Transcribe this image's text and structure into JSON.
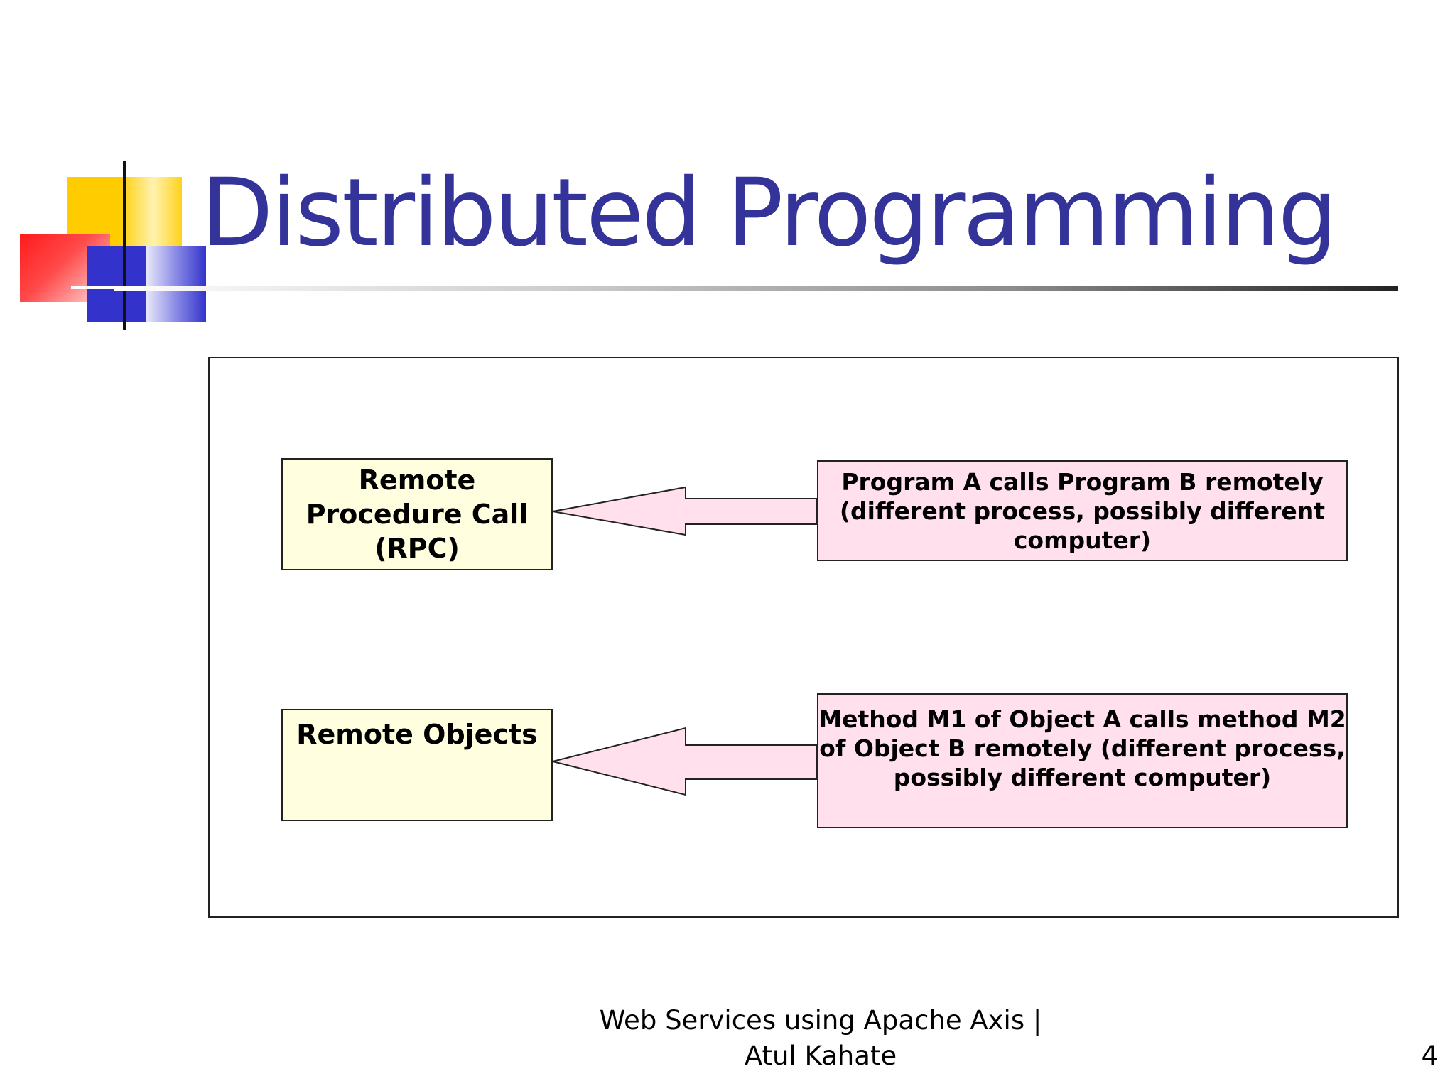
{
  "slide": {
    "title": "Distributed Programming",
    "colors": {
      "title": "#333399",
      "left_box_fill": "#ffffe0",
      "right_box_fill": "#ffe0ec",
      "arrow_fill": "#ffe0ec",
      "logo_yellow": "#ffcc00",
      "logo_red": "#ff1a1a",
      "logo_blue": "#3333cc"
    }
  },
  "diagram": {
    "rows": [
      {
        "left_lines": [
          "Remote",
          "Procedure Call",
          "(RPC)"
        ],
        "right_lines": [
          "Program A calls Program B remotely",
          "(different process, possibly different",
          "computer)"
        ]
      },
      {
        "left_lines": [
          "Remote Objects"
        ],
        "right_lines": [
          "Method M1 of Object A calls method M2",
          "of Object B remotely (different process,",
          "possibly different computer)"
        ]
      }
    ]
  },
  "footer": {
    "line1": "Web Services using Apache Axis |",
    "line2": "Atul Kahate",
    "page_number": "4"
  }
}
